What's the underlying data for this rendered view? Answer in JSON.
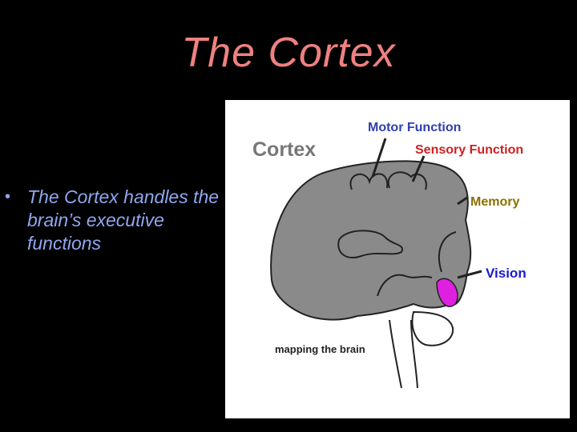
{
  "slide": {
    "title": "The Cortex",
    "bullets": [
      "The Cortex handles the brain’s executive functions"
    ]
  },
  "diagram": {
    "heading": "Cortex",
    "labels": {
      "motor": "Motor Function",
      "sensory": "Sensory Function",
      "memory": "Memory",
      "vision": "Vision",
      "caption": "mapping the brain"
    }
  },
  "colors": {
    "background": "#000000",
    "title": "#f08080",
    "bullet_text": "#8fa8f0",
    "brain_fill": "#8a8a8a",
    "motor_label": "#2f3fb0",
    "sensory_label": "#d02020",
    "memory_label": "#8a7000",
    "vision_label": "#1a1ad0",
    "vision_area": "#e020e0"
  }
}
